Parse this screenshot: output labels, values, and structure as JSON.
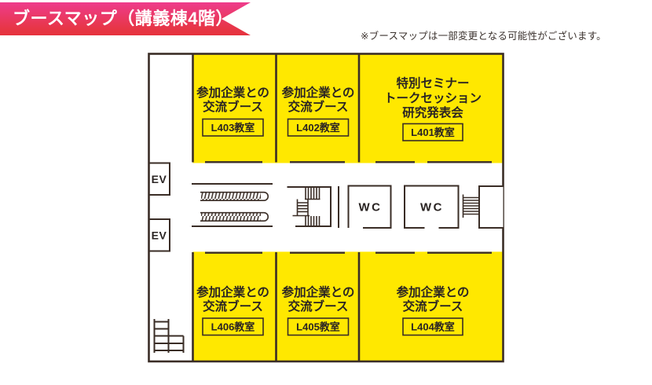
{
  "banner": {
    "title": "ブースマップ（講義棟4階）"
  },
  "disclaimer": "※ブースマップは一部変更となる可能性がございます。",
  "colors": {
    "banner_gradient_top": "#ee3c8c",
    "banner_gradient_bottom": "#e6323e",
    "room_yellow": "#ffe800",
    "wall_line": "#3a2d26",
    "text_ink": "#2a2423"
  },
  "map": {
    "rooms": {
      "L403": {
        "title_lines": [
          "参加企業との",
          "交流ブース"
        ],
        "label": "L403教室"
      },
      "L402": {
        "title_lines": [
          "参加企業との",
          "交流ブース"
        ],
        "label": "L402教室"
      },
      "L401": {
        "title_lines": [
          "特別セミナー",
          "トークセッション",
          "研究発表会"
        ],
        "label": "L401教室"
      },
      "L406": {
        "title_lines": [
          "参加企業との",
          "交流ブース"
        ],
        "label": "L406教室"
      },
      "L405": {
        "title_lines": [
          "参加企業との",
          "交流ブース"
        ],
        "label": "L405教室"
      },
      "L404": {
        "title_lines": [
          "参加企業との",
          "交流ブース"
        ],
        "label": "L404教室"
      }
    },
    "facilities": {
      "elevator": "EV",
      "toilet": "WC"
    }
  }
}
